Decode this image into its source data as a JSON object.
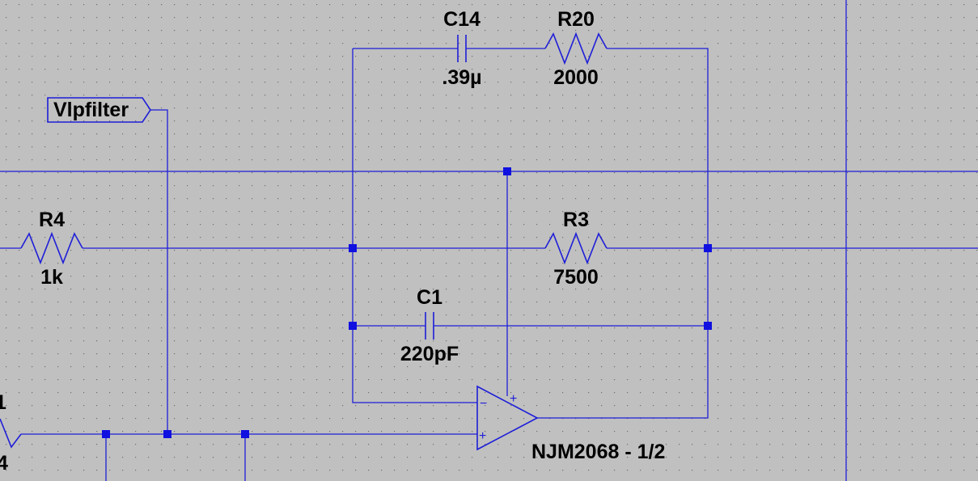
{
  "schematic": {
    "colors": {
      "background": "#c0c0c0",
      "wire": "#1e1ed8",
      "junction": "#1010e0",
      "text": "#000000",
      "grid_dot": "#6e6e6e"
    },
    "net_label": "Vlpfilter",
    "components": {
      "c14": {
        "ref": "C14",
        "value": ".39µ"
      },
      "r20": {
        "ref": "R20",
        "value": "2000"
      },
      "r4": {
        "ref": "R4",
        "value": "1k"
      },
      "r3": {
        "ref": "R3",
        "value": "7500"
      },
      "c1": {
        "ref": "C1",
        "value": "220pF"
      },
      "opamp": {
        "value": "NJM2068 - 1/2",
        "minus_pin": "−",
        "plus_pin_bottom": "+",
        "plus_pin_top": "+"
      }
    },
    "partial_labels": {
      "left_top": "1",
      "left_bottom": "4"
    }
  }
}
